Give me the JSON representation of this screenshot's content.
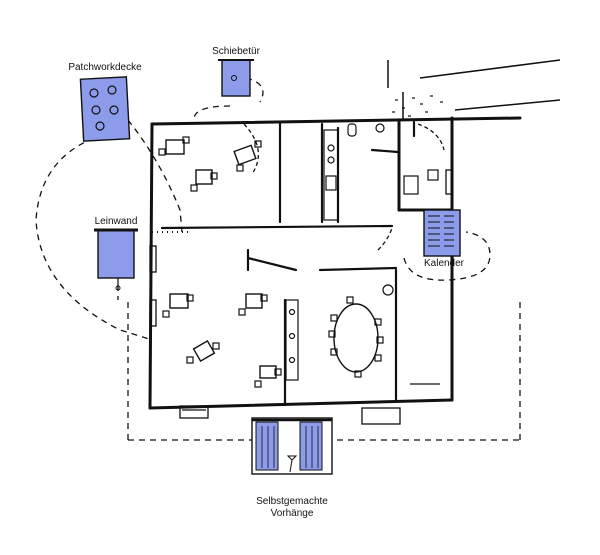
{
  "labels": {
    "patchwork": "Patchworkdecke",
    "sliding_door": "Schiebetür",
    "screen": "Leinwand",
    "calendar": "Kalender",
    "curtains_line1": "Selbstgemachte",
    "curtains_line2": "Vorhänge"
  },
  "colors": {
    "accent_blue": "#8d9cea",
    "ink": "#111111",
    "background": "#ffffff"
  }
}
